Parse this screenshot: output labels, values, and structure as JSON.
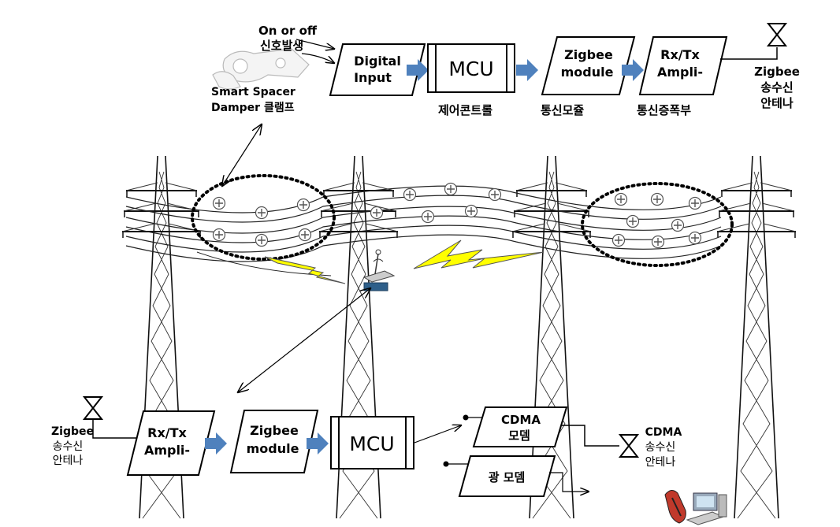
{
  "top_chain": {
    "signal_label_line1": "On or  off",
    "signal_label_line2": "신호발생",
    "spacer_label_line1": "Smart Spacer",
    "spacer_label_line2": "Damper 클램프",
    "digital_input_line1": "Digital",
    "digital_input_line2": "Input",
    "mcu_label": "MCU",
    "mcu_caption": "제어콘트롤",
    "zigbee_line1": "Zigbee",
    "zigbee_line2": "module",
    "zigbee_caption": "통신모쥴",
    "amp_line1": "Rx/Tx",
    "amp_line2": "Ampli-",
    "amp_caption": "통신증폭부",
    "antenna_line1": "Zigbee",
    "antenna_line2": "송수신",
    "antenna_line3": "안테나"
  },
  "bottom_chain": {
    "antenna_line1": "Zigbee",
    "antenna_line2": "송수신",
    "antenna_line3": "안테나",
    "amp_line1": "Rx/Tx",
    "amp_line2": "Ampli-",
    "zigbee_line1": "Zigbee",
    "zigbee_line2": "module",
    "mcu_label": "MCU",
    "cdma_line1": "CDMA",
    "cdma_line2": "모뎀",
    "optical_modem": "광 모뎀",
    "cdma_antenna_line1": "CDMA",
    "cdma_antenna_line2": "송수신",
    "cdma_antenna_line3": "안테나"
  },
  "colors": {
    "arrow_blue": "#4f81bd",
    "lightning_yellow": "#ffff00",
    "line_dark": "#000000"
  },
  "icons": [
    "hourglass-antenna-icon",
    "spacer-damper-clamp-icon",
    "wireless-repeater-icon",
    "phone-icon",
    "computer-icon",
    "lightning-bolt-icon"
  ]
}
